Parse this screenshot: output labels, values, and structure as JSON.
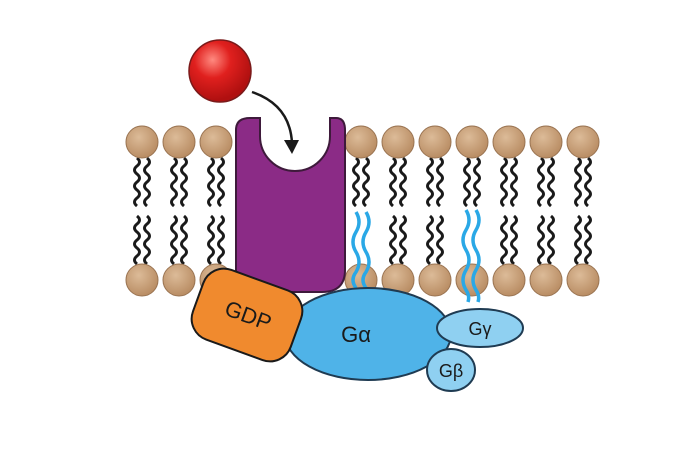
{
  "labels": {
    "gdp": "GDP",
    "galpha": "Gα",
    "ggamma": "Gγ",
    "gbeta": "Gβ"
  },
  "colors": {
    "lipid_head": "#c8a27c",
    "lipid_tail": "#1a1a1a",
    "receptor": "#8b2b86",
    "ligand": "#e0201e",
    "gdp": "#f08a2e",
    "galpha": "#4fb3e8",
    "ggamma": "#8fd0f1",
    "gbeta": "#8fd0f1",
    "anchor_tail": "#2aa8e6"
  },
  "icons": [
    "ligand-icon",
    "arrow-icon",
    "receptor-icon",
    "lipid-bilayer-icon"
  ]
}
